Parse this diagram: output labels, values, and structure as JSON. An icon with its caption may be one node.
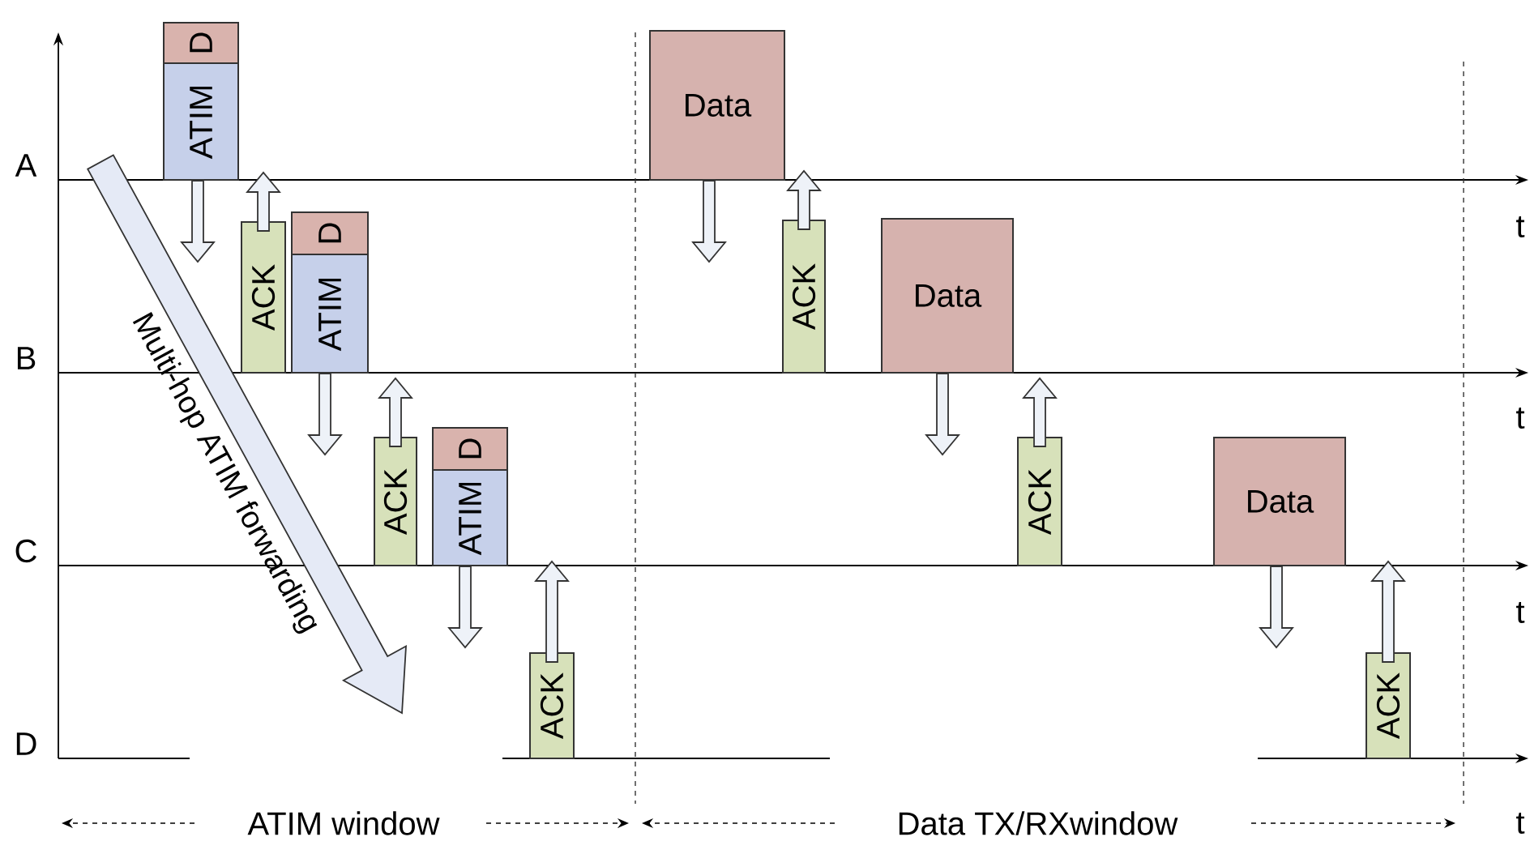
{
  "diagram": {
    "nodes": [
      {
        "text": [
          "D"
        ]
      },
      {
        "text": [
          "ATIM"
        ]
      },
      {
        "text": [
          "ACK"
        ]
      },
      {
        "text": [
          "D"
        ]
      },
      {
        "text": [
          "ATIM"
        ]
      },
      {
        "text": [
          "ACK"
        ]
      },
      {
        "text": [
          "D"
        ]
      },
      {
        "text": [
          "ATIM"
        ]
      },
      {
        "text": [
          "ACK"
        ]
      },
      {
        "text": [
          "Data"
        ]
      },
      {
        "text": [
          "ACK"
        ]
      },
      {
        "text": [
          "Data"
        ]
      },
      {
        "text": [
          "ACK"
        ]
      },
      {
        "text": [
          "Data"
        ]
      },
      {
        "text": [
          "ACK"
        ]
      }
    ],
    "edges": [
      {
        "from": 1,
        "to": null,
        "arrow": "to"
      },
      {
        "from": 2,
        "to": null,
        "arrow": "to"
      },
      {
        "from": 4,
        "to": null,
        "arrow": "to"
      },
      {
        "from": 5,
        "to": null,
        "arrow": "to"
      },
      {
        "from": 7,
        "to": null,
        "arrow": "to"
      },
      {
        "from": 8,
        "to": null,
        "arrow": "to"
      },
      {
        "from": 9,
        "to": null,
        "arrow": "to"
      },
      {
        "from": 10,
        "to": null,
        "arrow": "to"
      },
      {
        "from": 11,
        "to": null,
        "arrow": "to"
      },
      {
        "from": 12,
        "to": null,
        "arrow": "to"
      },
      {
        "from": 13,
        "to": null,
        "arrow": "to"
      },
      {
        "from": 14,
        "to": null,
        "arrow": "to"
      }
    ],
    "labels": [
      "A",
      "B",
      "C",
      "D",
      "t",
      "t",
      "t",
      "t",
      "Multi-hop ATIM forwarding",
      "ATIM window",
      "Data TX/RXwindow"
    ]
  }
}
